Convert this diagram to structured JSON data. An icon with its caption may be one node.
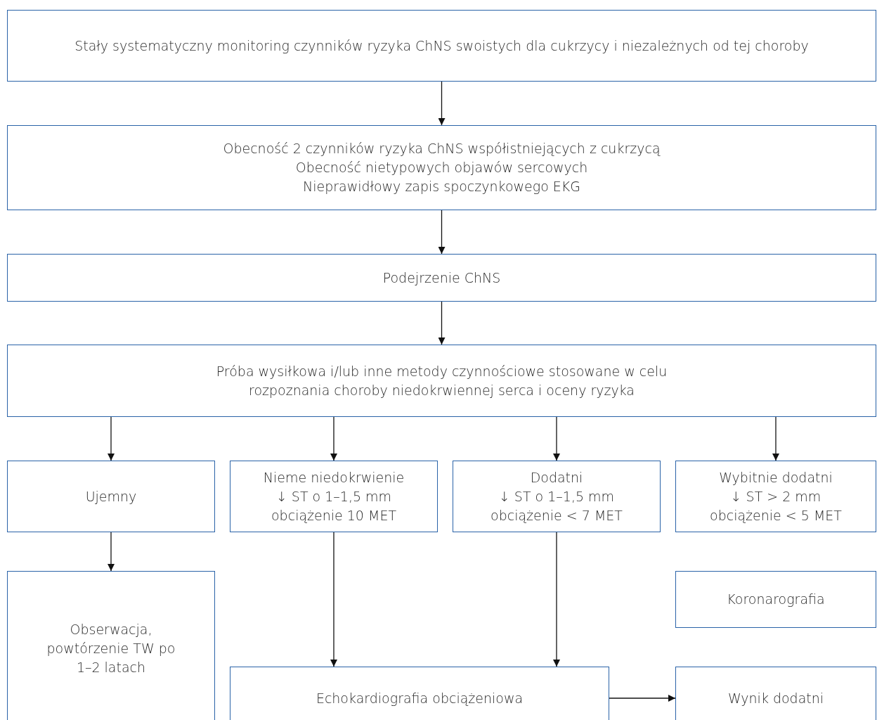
{
  "diagram": {
    "nodes": [
      {
        "text": [
          "Stały systematyczny monitoring czynników ryzyka ChNS swoistych dla cukrzycy i niezależnych od tej choroby"
        ]
      },
      {
        "text": [
          "Obecność 2 czynników ryzyka ChNS współistniejących z cukrzycą",
          "Obecność nietypowych objawów sercowych",
          "Nieprawidłowy zapis spoczynkowego EKG"
        ]
      },
      {
        "text": [
          "Podejrzenie ChNS"
        ]
      },
      {
        "text": [
          "Próba wysiłkowa i/lub inne metody czynnościowe stosowane w celu rozpoznania choroby niedokrwiennej serca i oceny ryzyka"
        ]
      },
      {
        "text": [
          "Ujemny"
        ]
      },
      {
        "text": [
          "Nieme niedokrwienie",
          "↓ ST o 1–1,5 mm",
          "obciążenie 10 MET"
        ]
      },
      {
        "text": [
          "Dodatni",
          "↓ ST o 1–1,5 mm",
          "obciążenie < 7 MET"
        ]
      },
      {
        "text": [
          "Wybitnie dodatni",
          "↓ ST > 2 mm",
          "obciążenie < 5 MET"
        ]
      },
      {
        "text": [
          "Obserwacja, powtórzenie TW po 1–2 latach"
        ]
      },
      {
        "text": [
          "Koronarografia"
        ]
      },
      {
        "text": [
          "Echokardiografia obciążeniowa"
        ]
      },
      {
        "text": [
          "Wynik dodatni"
        ]
      }
    ],
    "edges": [
      {
        "from": 0,
        "to": 1,
        "arrow": "to"
      },
      {
        "from": 1,
        "to": 2,
        "arrow": "to"
      },
      {
        "from": 2,
        "to": 3,
        "arrow": "to"
      },
      {
        "from": 3,
        "to": 4,
        "arrow": "to"
      },
      {
        "from": 3,
        "to": 5,
        "arrow": "to"
      },
      {
        "from": 3,
        "to": 6,
        "arrow": "to"
      },
      {
        "from": 3,
        "to": 7,
        "arrow": "to"
      },
      {
        "from": 4,
        "to": 8,
        "arrow": "to"
      },
      {
        "from": 5,
        "to": 10,
        "arrow": "to"
      },
      {
        "from": 6,
        "to": 10,
        "arrow": "to"
      },
      {
        "from": 10,
        "to": 11,
        "arrow": "to"
      }
    ]
  }
}
